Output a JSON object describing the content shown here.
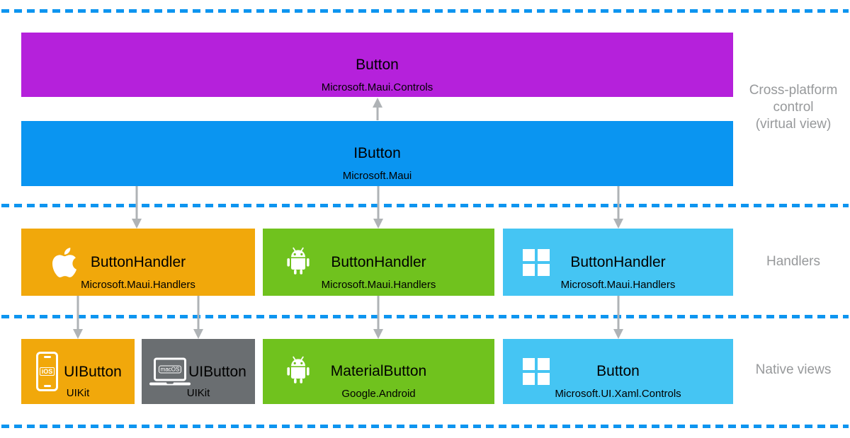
{
  "side_labels": {
    "cross_platform": {
      "lines": [
        "Cross-platform",
        "control",
        "(virtual view)"
      ]
    },
    "handlers": "Handlers",
    "native_views": "Native views"
  },
  "cross_platform": {
    "button": {
      "title": "Button",
      "namespace": "Microsoft.Maui.Controls"
    },
    "ibutton": {
      "title": "IButton",
      "namespace": "Microsoft.Maui"
    }
  },
  "handlers": [
    {
      "platform": "apple",
      "title": "ButtonHandler",
      "namespace": "Microsoft.Maui.Handlers"
    },
    {
      "platform": "android",
      "title": "ButtonHandler",
      "namespace": "Microsoft.Maui.Handlers"
    },
    {
      "platform": "windows",
      "title": "ButtonHandler",
      "namespace": "Microsoft.Maui.Handlers"
    }
  ],
  "native_views": [
    {
      "platform": "ios",
      "badge": "iOS",
      "title": "UIButton",
      "namespace": "UIKit"
    },
    {
      "platform": "macos",
      "badge": "macOS",
      "title": "UIButton",
      "namespace": "UIKit"
    },
    {
      "platform": "android",
      "badge": "",
      "title": "MaterialButton",
      "namespace": "Google.Android"
    },
    {
      "platform": "windows",
      "badge": "",
      "title": "Button",
      "namespace": "Microsoft.UI.Xaml.Controls"
    }
  ],
  "colors": {
    "purple": "#b521db",
    "blue": "#0a95f1",
    "orange": "#f1a80b",
    "green": "#70c21e",
    "cyan": "#45c5f3",
    "macos_gray": "#6a6e71",
    "dashed_line": "#0d95f0",
    "arrow_gray": "#afb3b6",
    "label_gray": "#97999b",
    "box_text": "#000000"
  }
}
